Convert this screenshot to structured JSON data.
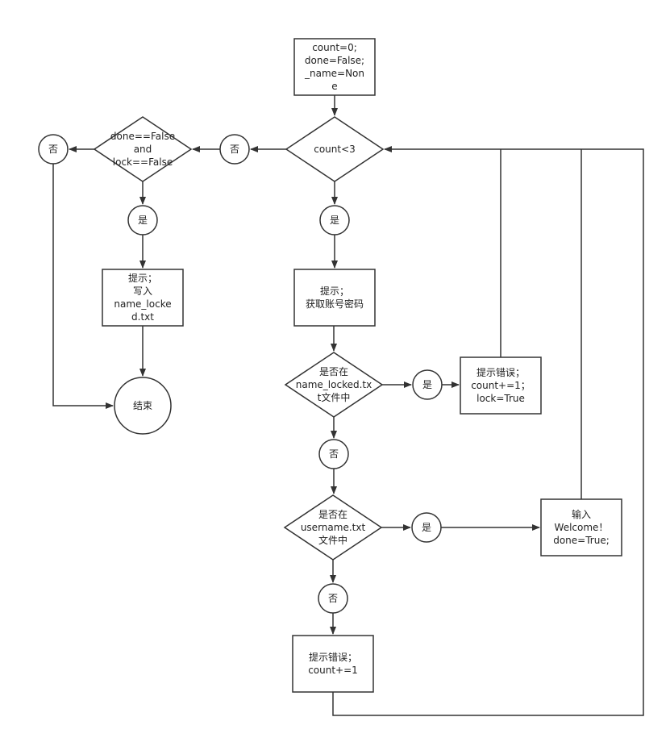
{
  "nodes": {
    "init": "count=0;\ndone=False;\n_name=Non\ne",
    "cond_count": "count<3",
    "no_count": "否",
    "cond_lock": "done==False\nand\nlock==False",
    "no_lock": "否",
    "yes_lock": "是",
    "lock_write": "提示；\n写入\nname_locke\nd.txt",
    "end": "结束",
    "yes_count": "是",
    "prompt_input": "提示；\n获取账号密码",
    "cond_locked": "是否在\nname_locked.tx\nt文件中",
    "yes_locked": "是",
    "locked_error": "提示错误；\ncount+=1；\nlock=True",
    "no_locked": "否",
    "cond_user": "是否在\nusername.txt\n文件中",
    "yes_user": "是",
    "welcome": "输入\nWelcome！\ndone=True;",
    "no_user": "否",
    "user_error": "提示错误；\ncount+=1"
  },
  "colors": {
    "stroke": "#333333",
    "text": "#222222",
    "fill": "#ffffff"
  }
}
